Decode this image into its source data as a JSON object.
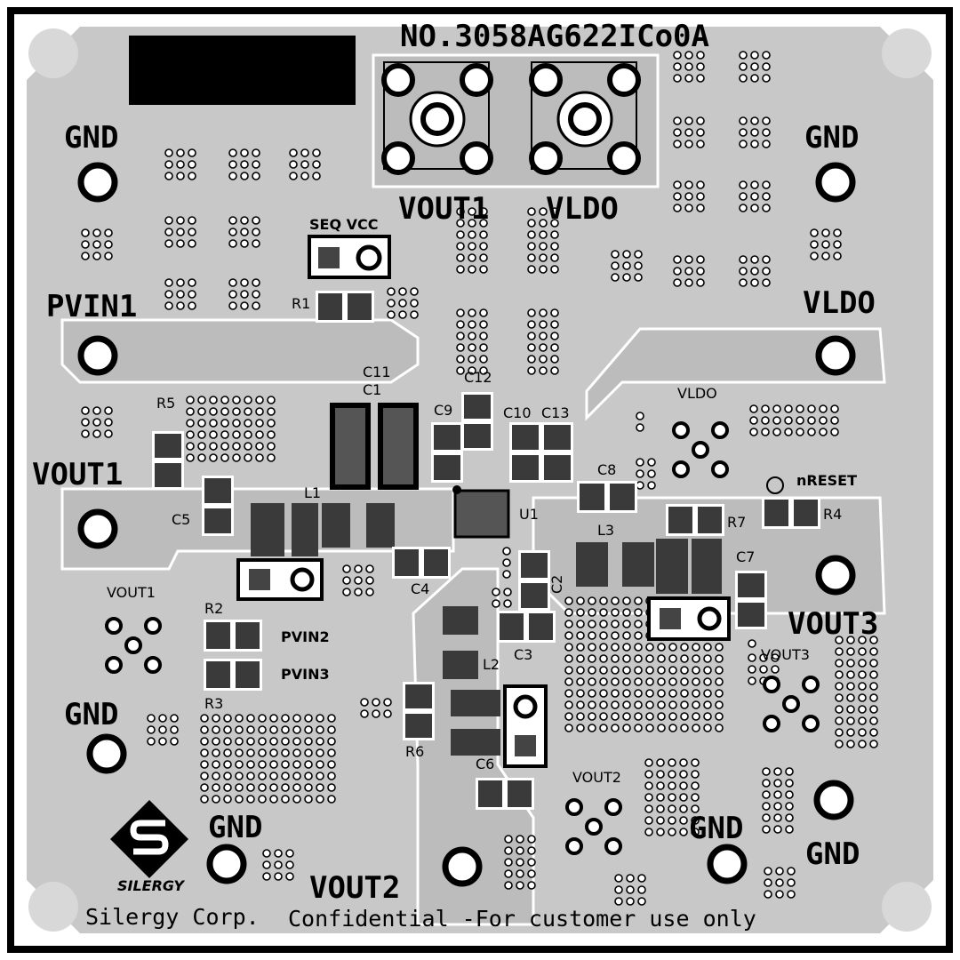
{
  "board_id": "NO.3058AG622ICo0A",
  "footer": {
    "company": "Silergy Corp.",
    "notice": "Confidential -For customer use only",
    "logo_text": "SILERGY"
  },
  "pads": {
    "gnd_top_left": "GND",
    "gnd_top_right": "GND",
    "pvin1": "PVIN1",
    "vldo_right": "VLDO",
    "vout1_left": "VOUT1",
    "vout3_right": "VOUT3",
    "gnd_left": "GND",
    "gnd_bottom_left": "GND",
    "vout2_bottom": "VOUT2",
    "gnd_bottom_mid": "GND",
    "gnd_bottom_right": "GND"
  },
  "connectors": {
    "sma_vout1": "VOUT1",
    "sma_vldo": "VLDO",
    "seq_vcc": "SEQ VCC",
    "pvin2": "PVIN2",
    "pvin3": "PVIN3",
    "nreset": "nRESET"
  },
  "test_points": {
    "vout1": "VOUT1",
    "vout2": "VOUT2",
    "vout3": "VOUT3",
    "vldo": "VLDO"
  },
  "refdes": {
    "R1": "R1",
    "R2": "R2",
    "R3": "R3",
    "R4": "R4",
    "R5": "R5",
    "R6": "R6",
    "R7": "R7",
    "C1": "C1",
    "C2": "C2",
    "C3": "C3",
    "C4": "C4",
    "C5": "C5",
    "C6": "C6",
    "C7": "C7",
    "C8": "C8",
    "C9": "C9",
    "C10": "C10",
    "C11": "C11",
    "C12": "C12",
    "C13": "C13",
    "L1": "L1",
    "L2": "L2",
    "L3": "L3",
    "U1": "U1"
  },
  "colors": {
    "board": "#c8c8c8",
    "copper_pour": "#bdbdbd",
    "silkscreen": "#000000",
    "pad": "#ffffff",
    "component": "#3a3a3a"
  }
}
